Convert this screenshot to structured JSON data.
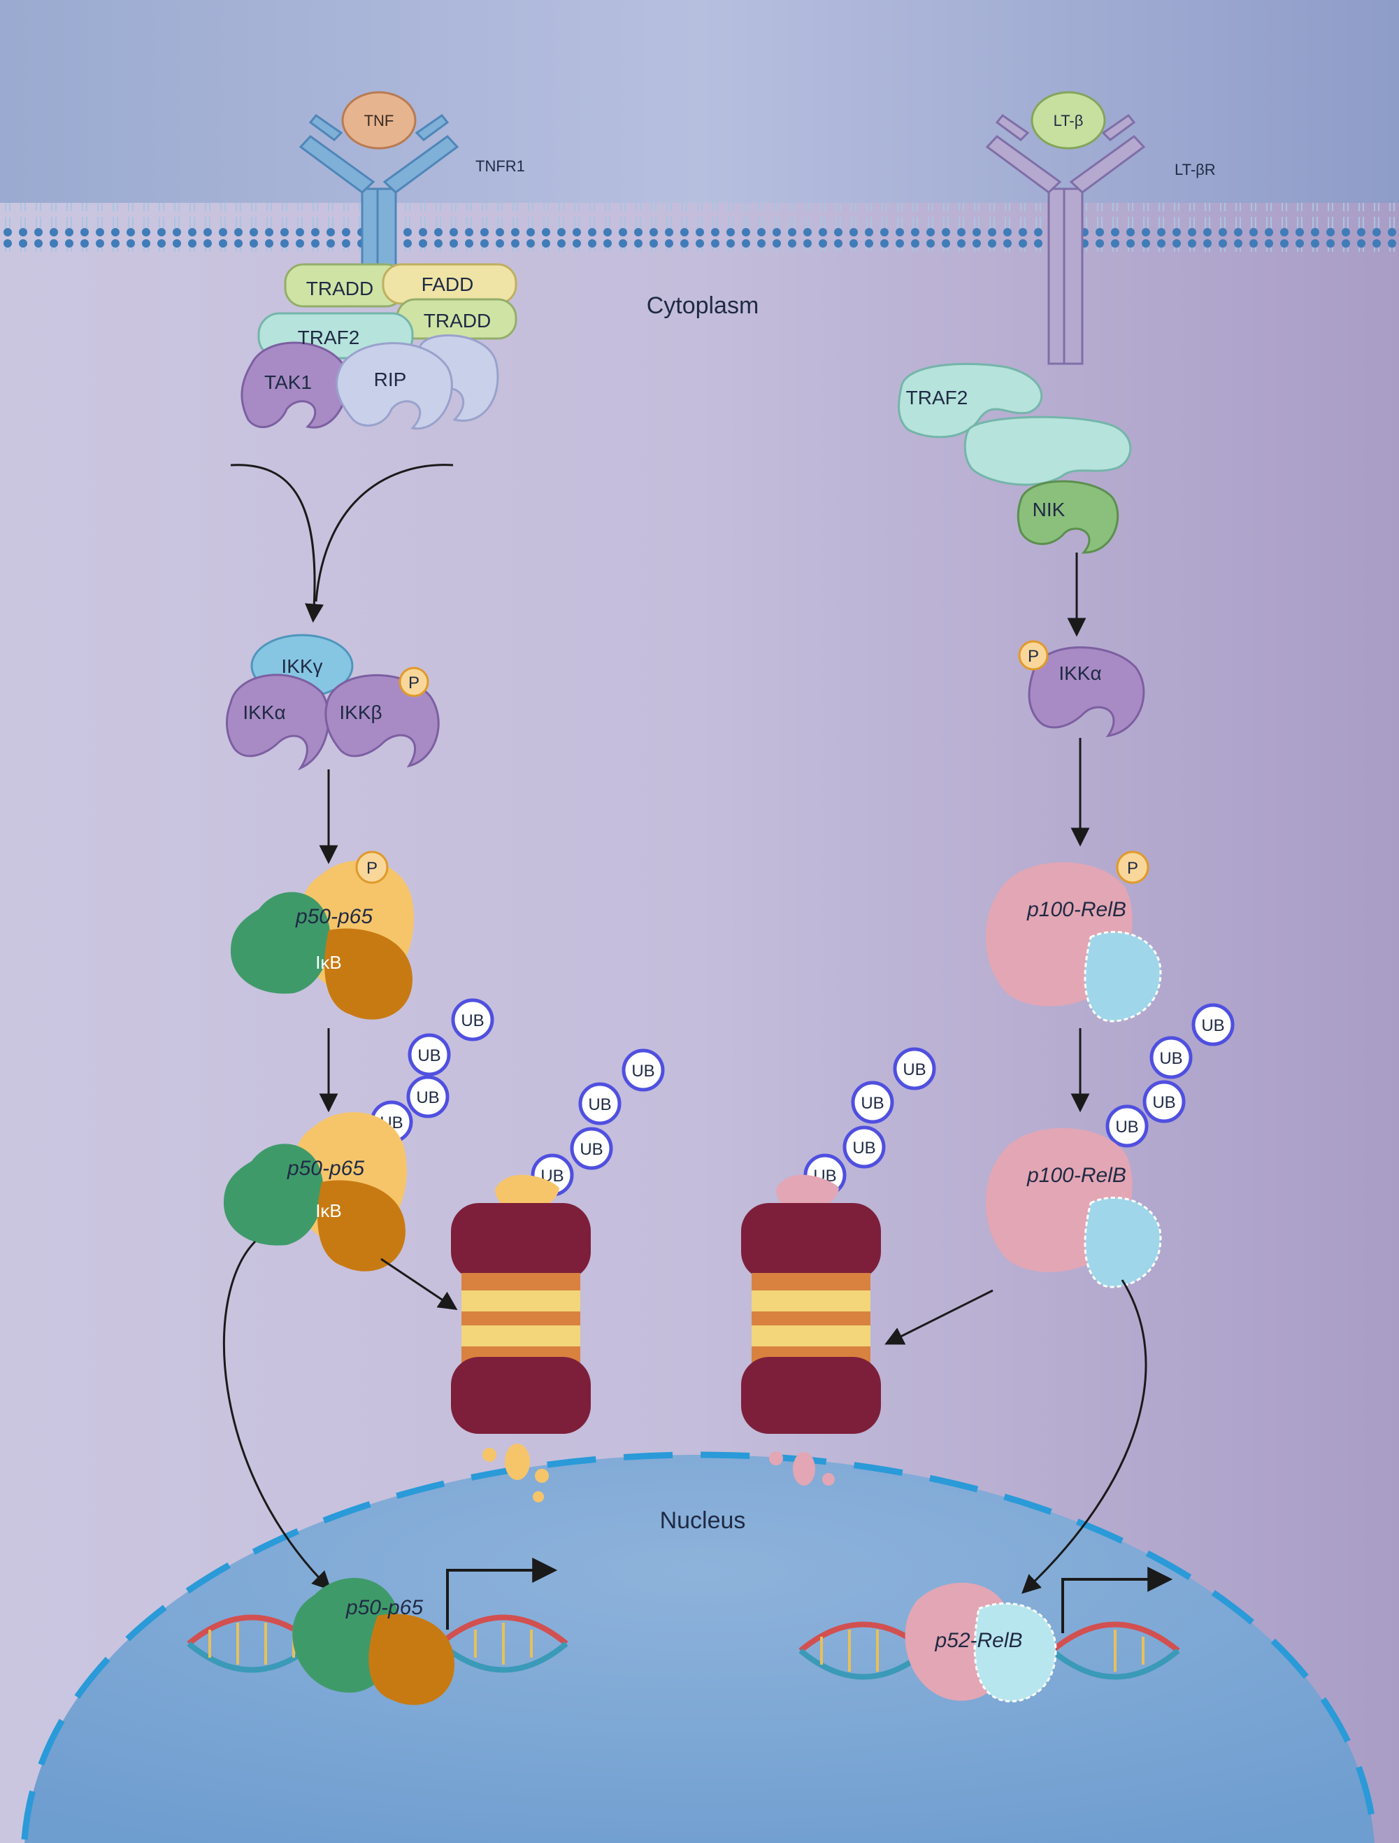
{
  "compartments": {
    "cytoplasm": "Cytoplasm",
    "nucleus": "Nucleus"
  },
  "canonical": {
    "ligand": "TNF",
    "receptor": "TNFR1",
    "adaptors": {
      "tradd_left": "TRADD",
      "fadd": "FADD",
      "tradd_right": "TRADD",
      "traf2": "TRAF2",
      "tak1": "TAK1",
      "rip": "RIP"
    },
    "ikk_complex": {
      "gamma": "IKKγ",
      "alpha": "IKKα",
      "beta": "IKKβ",
      "phospho": "P"
    },
    "complex_1": {
      "label": "p50-p65",
      "inhibitor": "IκB",
      "phospho": "P"
    },
    "ub_chain_1": [
      "UB",
      "UB",
      "UB",
      "UB"
    ],
    "complex_2": {
      "label": "p50-p65",
      "inhibitor": "IκB"
    },
    "ub_chain_2": [
      "UB",
      "UB",
      "UB",
      "UB"
    ],
    "nuclear_complex": "p50-p65"
  },
  "noncanonical": {
    "ligand": "LT-β",
    "receptor": "LT-βR",
    "traf2": "TRAF2",
    "nik": "NIK",
    "ikk": {
      "alpha": "IKKα",
      "phospho": "P"
    },
    "complex_1": {
      "label": "p100-RelB",
      "phospho": "P"
    },
    "ub_chain_1": [
      "UB",
      "UB",
      "UB",
      "UB"
    ],
    "complex_2": {
      "label": "p100-RelB"
    },
    "ub_chain_2": [
      "UB",
      "UB",
      "UB",
      "UB"
    ],
    "nuclear_complex": "p52-RelB"
  },
  "colors": {
    "background_top": "#9aa9cf",
    "background_cytoplasm": "#c4bcd9",
    "membrane": "#4a7fb5",
    "nucleus": "#7fa8d4",
    "nucleus_border": "#2a9ad8",
    "receptor_blue": "#7fb0d8",
    "receptor_purple": "#b5a9d0",
    "purple_protein": "#a88bc4",
    "teal_protein": "#b6e3dc",
    "green_protein": "#cfe3a5",
    "yellow_protein": "#efe4a5",
    "ub": "#4f4fe0",
    "phospho": "#f4b23c",
    "green_p50": "#3f9a6a",
    "orange_p65": "#c87a12",
    "light_orange_ikb": "#f6c56a",
    "pink_p100": "#e3a6b4",
    "cyan_relb": "#9fd6ea",
    "proteasome_dark": "#7d1f3a",
    "proteasome_mid": "#d9823f",
    "proteasome_light": "#f3d57a"
  }
}
